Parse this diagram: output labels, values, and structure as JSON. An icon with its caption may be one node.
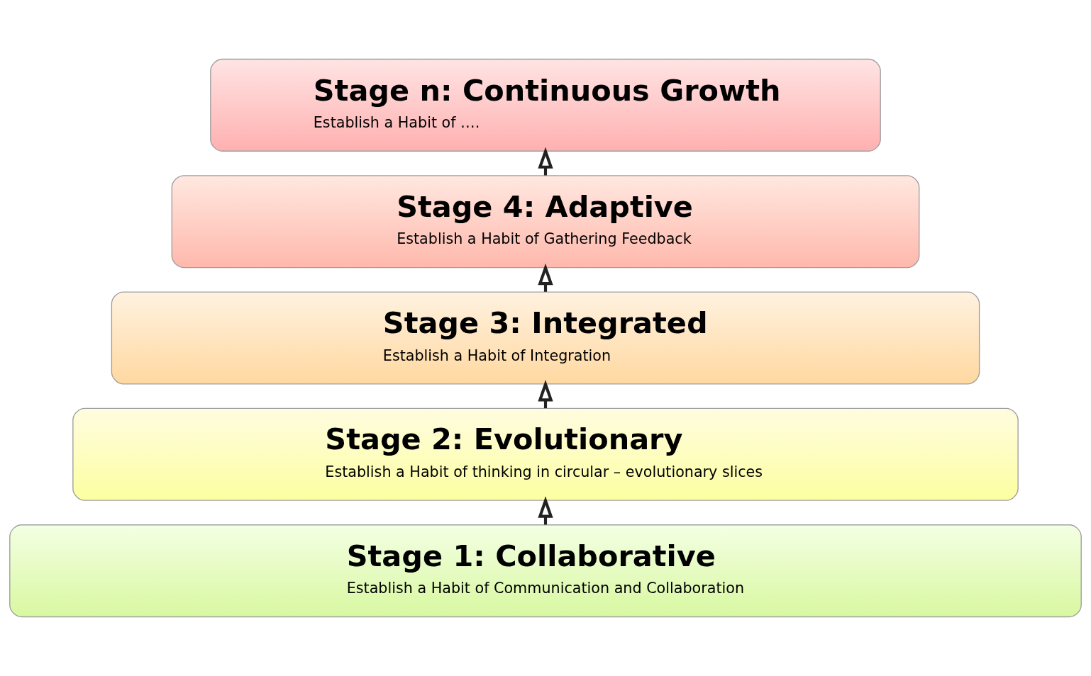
{
  "diagram": {
    "nodes": [
      {
        "text": [
          "Stage n: Continuous Growth",
          "Establish a Habit of …."
        ]
      },
      {
        "text": [
          "Stage 4: Adaptive",
          "Establish a Habit of Gathering Feedback"
        ]
      },
      {
        "text": [
          "Stage 3: Integrated",
          "Establish a Habit of Integration"
        ]
      },
      {
        "text": [
          "Stage 2: Evolutionary",
          "Establish a Habit of thinking in circular – evolutionary slices"
        ]
      },
      {
        "text": [
          "Stage 1: Collaborative",
          "Establish a Habit of Communication and Collaboration"
        ]
      }
    ],
    "edges": [
      {
        "from": 4,
        "to": 3,
        "arrow": "to"
      },
      {
        "from": 3,
        "to": 2,
        "arrow": "to"
      },
      {
        "from": 2,
        "to": 1,
        "arrow": "to"
      },
      {
        "from": 1,
        "to": 0,
        "arrow": "to"
      }
    ]
  }
}
